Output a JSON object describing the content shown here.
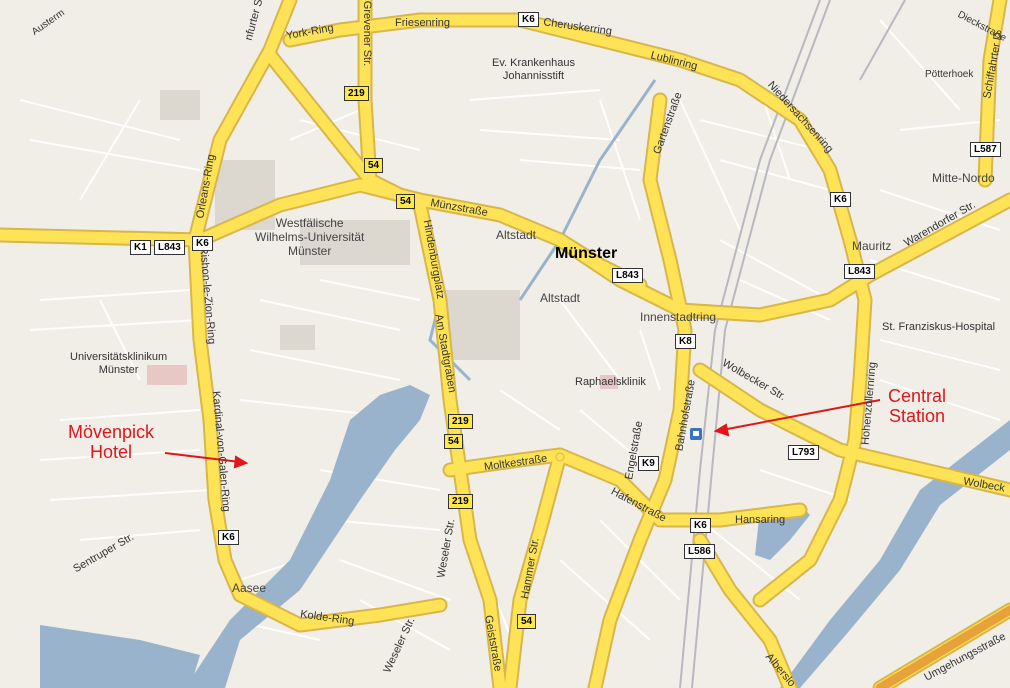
{
  "map": {
    "city": "Münster",
    "districts": {
      "altstadt_a": "Altstadt",
      "altstadt_b": "Altstadt",
      "mauritz": "Mauritz",
      "mitte_nordost": "Mitte-Nordo"
    },
    "pois": {
      "krankenhaus": "Ev. Krankenhaus\nJohannisstift",
      "universitaet": "Westfälische\nWilhelms-Universität\nMünster",
      "klinikum": "Universitätsklinikum\nMünster",
      "raphaelsklinik": "Raphaelsklinik",
      "franziskus": "St. Franziskus-Hospital",
      "aasee": "Aasee"
    },
    "streets": {
      "york_ring": "York-Ring",
      "friesenring": "Friesenring",
      "cheruskerring": "Cheruskerring",
      "lublinring": "Lublinring",
      "niedersachsenring": "Niedersachsenring",
      "gartenstrasse": "Gartenstraße",
      "muenzstrasse": "Münzstraße",
      "innenstadtring": "Innenstadtring",
      "hindenburgplatz": "Hindenburgplatz",
      "am_stadtgraben": "Am Stadtgraben",
      "moltkestrasse": "Moltkestraße",
      "hafenstrasse": "Hafenstraße",
      "hansaring": "Hansaring",
      "wolbecker": "Wolbecker Str.",
      "wolbeck": "Wolbeck",
      "hohenzollernring": "Hohenzollernring",
      "warendorfer": "Warendorfer Str.",
      "orleans_ring": "Orleans-Ring",
      "rishon": "Rishon-le-Zion-Ring",
      "kardinal": "Kardinal-von-Galen-Ring",
      "kolde_ring": "Kolde-Ring",
      "weseler_a": "Weseler Str.",
      "weseler_b": "Weseler Str.",
      "hammer": "Hammer Str.",
      "geiststrasse": "Geiststraße",
      "bahnhofstrasse": "Bahnhofstraße",
      "engelstrasse": "Engelstraße",
      "grevener": "Grevener Str.",
      "sentruper": "Sentruper Str.",
      "albersloher": "Alberslo",
      "umgehung": "Umgehungsstraße",
      "schiffahrter": "Schiffahrter D",
      "dieckstrasse": "Dieckstraße",
      "poetterhoek": "Pötterhoek",
      "steinfurter": "nfurter Str.",
      "austermann": "Austerm"
    },
    "shields": {
      "k6_top": "K6",
      "r219_top": "219",
      "r54_a": "54",
      "r54_b": "54",
      "k1": "K1",
      "l843_w": "L843",
      "k6_w": "K6",
      "l843_c": "L843",
      "k6_e": "K6",
      "l587": "L587",
      "l843_e": "L843",
      "k8": "K8",
      "r219_c": "219",
      "r54_c": "54",
      "k9": "K9",
      "l793": "L793",
      "r219_s": "219",
      "k6_s": "K6",
      "l586": "L586",
      "k6_sw": "K6",
      "r54_s": "54"
    },
    "annotations": {
      "hotel": "Mövenpick\nHotel",
      "station": "Central\nStation"
    },
    "colors": {
      "background": "#f1eee7",
      "major_road": "#ffe357",
      "road_outline": "#d8b64a",
      "water": "#99b3cc",
      "annotation": "#e0161b"
    }
  }
}
